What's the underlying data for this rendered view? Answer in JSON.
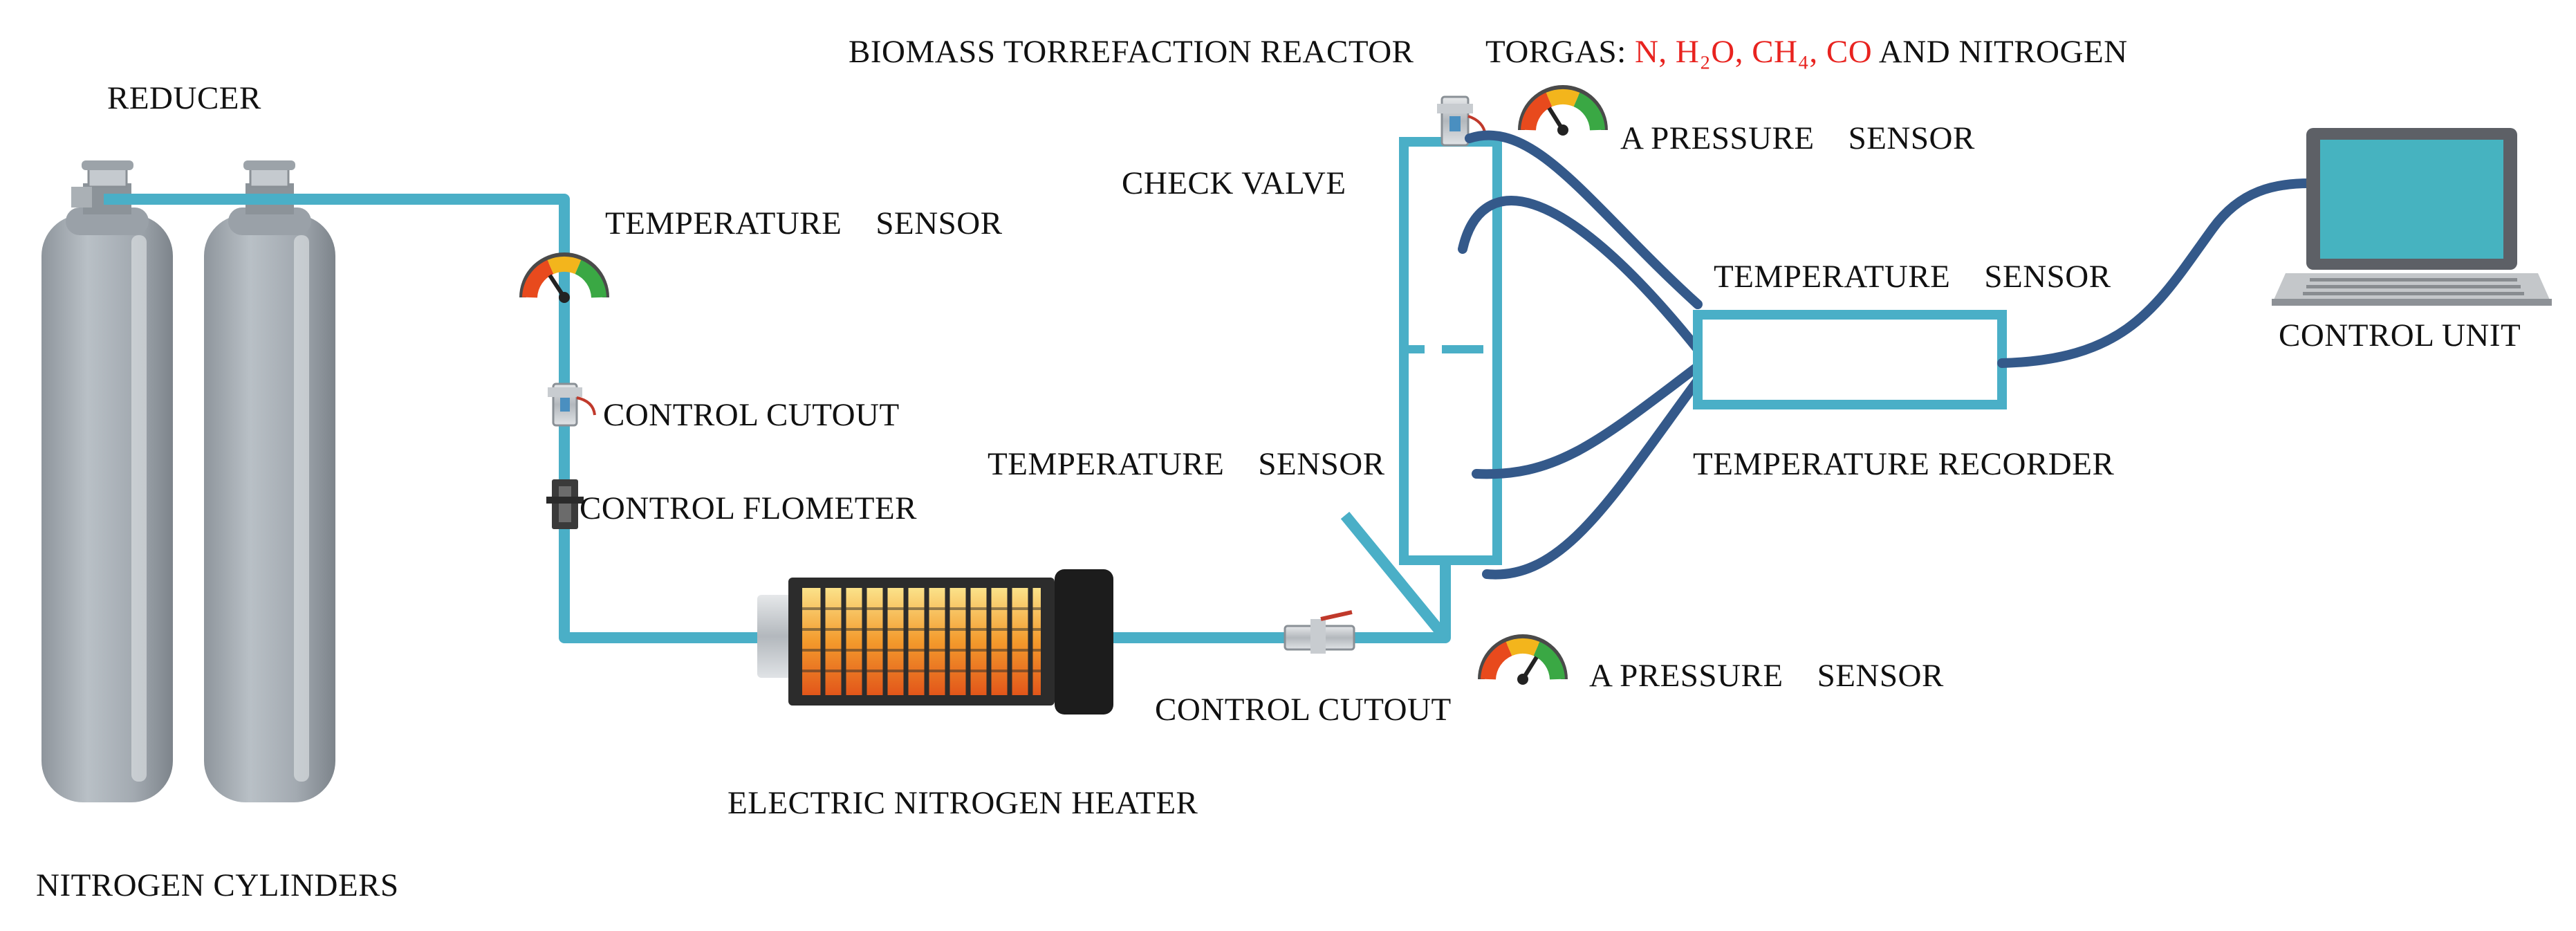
{
  "labels": {
    "reducer": "REDUCER",
    "nitrogen_cylinders": "NITROGEN CYLINDERS",
    "temperature_sensor_1": "TEMPERATURE    SENSOR",
    "control_cutout_1": "CONTROL CUTOUT",
    "control_flometer": "CONTROL FLOMETER",
    "electric_nitrogen_heater": "ELECTRIC NITROGEN HEATER",
    "control_cutout_2": "CONTROL CUTOUT",
    "pressure_sensor_bottom": "A PRESSURE    SENSOR",
    "temperature_sensor_2": "TEMPERATURE    SENSOR",
    "check_valve": "CHECK VALVE",
    "biomass_reactor": "BIOMASS TORREFACTION REACTOR",
    "torgas_prefix": "TORGAS: ",
    "torgas_gases": "N, H₂O, CH₄, CO",
    "torgas_suffix": " AND NITROGEN",
    "pressure_sensor_top": "A PRESSURE    SENSOR",
    "temperature_sensor_3": "TEMPERATURE    SENSOR",
    "temperature_recorder": "TEMPERATURE RECORDER",
    "control_unit": "CONTROL UNIT"
  },
  "colors": {
    "pipe": "#4aafc7",
    "cable": "#34598a",
    "cylinder": "#a9b0b7",
    "gas_highlight": "#e8231f",
    "screen": "#46b3c0"
  },
  "icons": {
    "gauge": "pressure-gauge-icon",
    "valve": "ball-valve-icon",
    "laptop": "laptop-icon",
    "heater": "heater-icon",
    "cylinder": "gas-cylinder-icon"
  }
}
